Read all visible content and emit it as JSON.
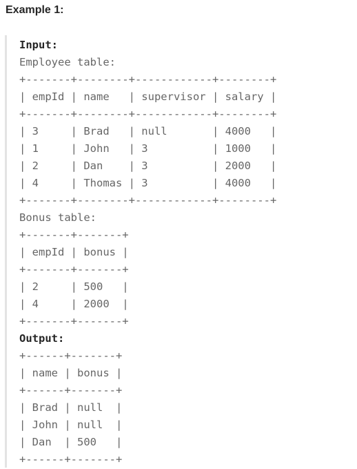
{
  "heading": "Example 1:",
  "input_label": "Input:",
  "employee_caption": "Employee table:",
  "employee_table": [
    "+-------+--------+------------+--------+",
    "| empId | name   | supervisor | salary |",
    "+-------+--------+------------+--------+",
    "| 3     | Brad   | null       | 4000   |",
    "| 1     | John   | 3          | 1000   |",
    "| 2     | Dan    | 3          | 2000   |",
    "| 4     | Thomas | 3          | 4000   |",
    "+-------+--------+------------+--------+"
  ],
  "bonus_caption": "Bonus table:",
  "bonus_table": [
    "+-------+-------+",
    "| empId | bonus |",
    "+-------+-------+",
    "| 2     | 500   |",
    "| 4     | 2000  |",
    "+-------+-------+"
  ],
  "output_label": "Output:",
  "output_table": [
    "+------+-------+",
    "| name | bonus |",
    "+------+-------+",
    "| Brad | null  |",
    "| John | null  |",
    "| Dan  | 500   |",
    "+------+-------+"
  ]
}
